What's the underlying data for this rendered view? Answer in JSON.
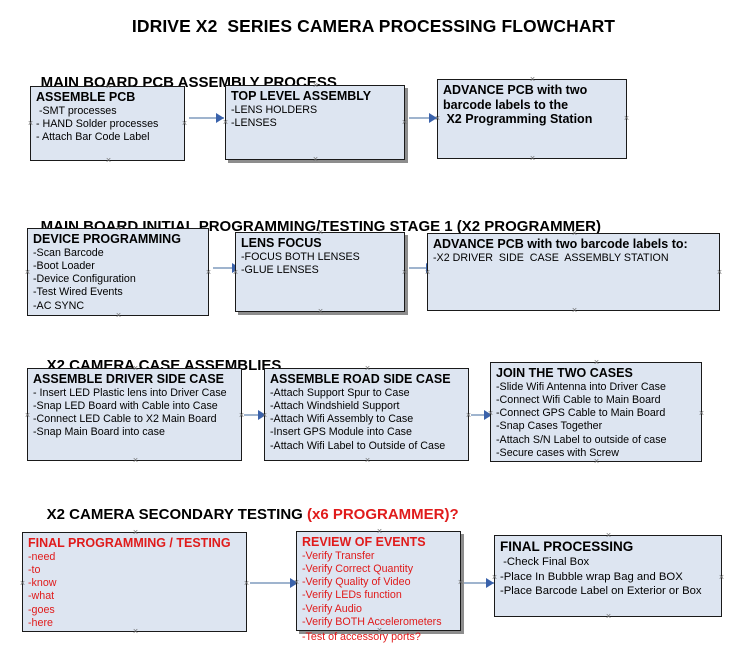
{
  "document": {
    "title": "IDRIVE X2  SERIES CAMERA PROCESSING FLOWCHART"
  },
  "colors": {
    "box_fill": "#dde5f1",
    "box_border": "#1a1a1a",
    "box_shadow": "#8d8d8d",
    "arrow_shaft": "#9fb4ce",
    "arrow_head": "#3a62ab",
    "red_text": "#e01b1b",
    "black_text": "#000000",
    "background": "#ffffff"
  },
  "sections": [
    {
      "heading": "MAIN BOARD PCB ASSEMBLY PROCESS",
      "heading_suffix": "",
      "boxes": [
        {
          "title": "ASSEMBLE PCB",
          "lines": [
            " -SMT processes",
            "- HAND Solder processes",
            "- Attach Bar Code Label"
          ]
        },
        {
          "title": "TOP LEVEL ASSEMBLY",
          "lines": [
            "-LENS HOLDERS",
            "-LENSES"
          ]
        },
        {
          "title": "ADVANCE PCB with two",
          "lines": [
            "barcode labels to the",
            " X2 Programming Station"
          ]
        }
      ]
    },
    {
      "heading": "MAIN BOARD INITIAL PROGRAMMING/TESTING STAGE 1 (X2 PROGRAMMER)",
      "heading_suffix": "",
      "boxes": [
        {
          "title": "DEVICE PROGRAMMING",
          "lines": [
            "-Scan Barcode",
            "-Boot Loader",
            "-Device Configuration",
            "-Test Wired Events",
            "-AC SYNC"
          ]
        },
        {
          "title": "LENS FOCUS",
          "lines": [
            "-FOCUS BOTH LENSES",
            "-GLUE LENSES"
          ]
        },
        {
          "title": "ADVANCE PCB with two barcode labels to:",
          "lines": [
            "-X2 DRIVER  SIDE  CASE  ASSEMBLY STATION"
          ]
        }
      ]
    },
    {
      "heading": "X2 CAMERA CASE ASSEMBLIES",
      "heading_suffix": "",
      "boxes": [
        {
          "title": "ASSEMBLE DRIVER SIDE CASE",
          "lines": [
            "- Insert LED Plastic lens into Driver Case",
            "-Snap LED Board with Cable into Case",
            "-Connect LED Cable to X2 Main Board",
            "-Snap Main Board into case"
          ]
        },
        {
          "title": "ASSEMBLE ROAD SIDE CASE",
          "lines": [
            "-Attach Support Spur to Case",
            "-Attach Windshield Support",
            "-Attach Wifi Assembly to Case",
            "-Insert GPS Module into Case",
            "-Attach Wifi Label to Outside of Case"
          ]
        },
        {
          "title": "JOIN THE TWO CASES",
          "lines": [
            "-Slide Wifi Antenna into Driver Case",
            "-Connect Wifi Cable to Main Board",
            "-Connect GPS Cable to Main Board",
            "-Snap Cases Together",
            "-Attach S/N Label to outside of case",
            "-Secure cases with Screw"
          ]
        }
      ]
    },
    {
      "heading": "X2 CAMERA SECONDARY TESTING ",
      "heading_suffix": "(x6 PROGRAMMER)?",
      "boxes": [
        {
          "title": "FINAL PROGRAMMING / TESTING",
          "lines": [
            "-need",
            "-to",
            "-know",
            "-what",
            "-goes",
            "-here"
          ]
        },
        {
          "title": "REVIEW OF EVENTS",
          "lines": [
            "-Verify Transfer",
            "-Verify Correct Quantity",
            "-Verify Quality of Video",
            "-Verify LEDs function",
            "-Verify Audio",
            "-Verify BOTH Accelerometers"
          ],
          "overflow_line": "-Test of accessory ports?"
        },
        {
          "title": "FINAL PROCESSING",
          "lines": [
            " -Check Final Box",
            "-Place In Bubble wrap Bag and BOX",
            "-Place Barcode Label on Exterior or Box"
          ]
        }
      ]
    }
  ]
}
